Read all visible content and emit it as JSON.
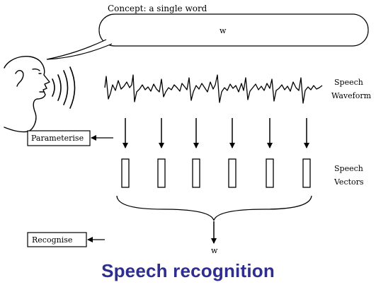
{
  "diagram": {
    "concept_label": "Concept: a single word",
    "concept_word": "w",
    "waveform_label_line1": "Speech",
    "waveform_label_line2": "Waveform",
    "parameterise_label": "Parameterise",
    "vectors_label_line1": "Speech",
    "vectors_label_line2": "Vectors",
    "recognise_label": "Recognise",
    "output_word": "w",
    "vector_count": 6
  },
  "caption": {
    "title": "Speech recognition",
    "color": "#2d2e8f"
  }
}
